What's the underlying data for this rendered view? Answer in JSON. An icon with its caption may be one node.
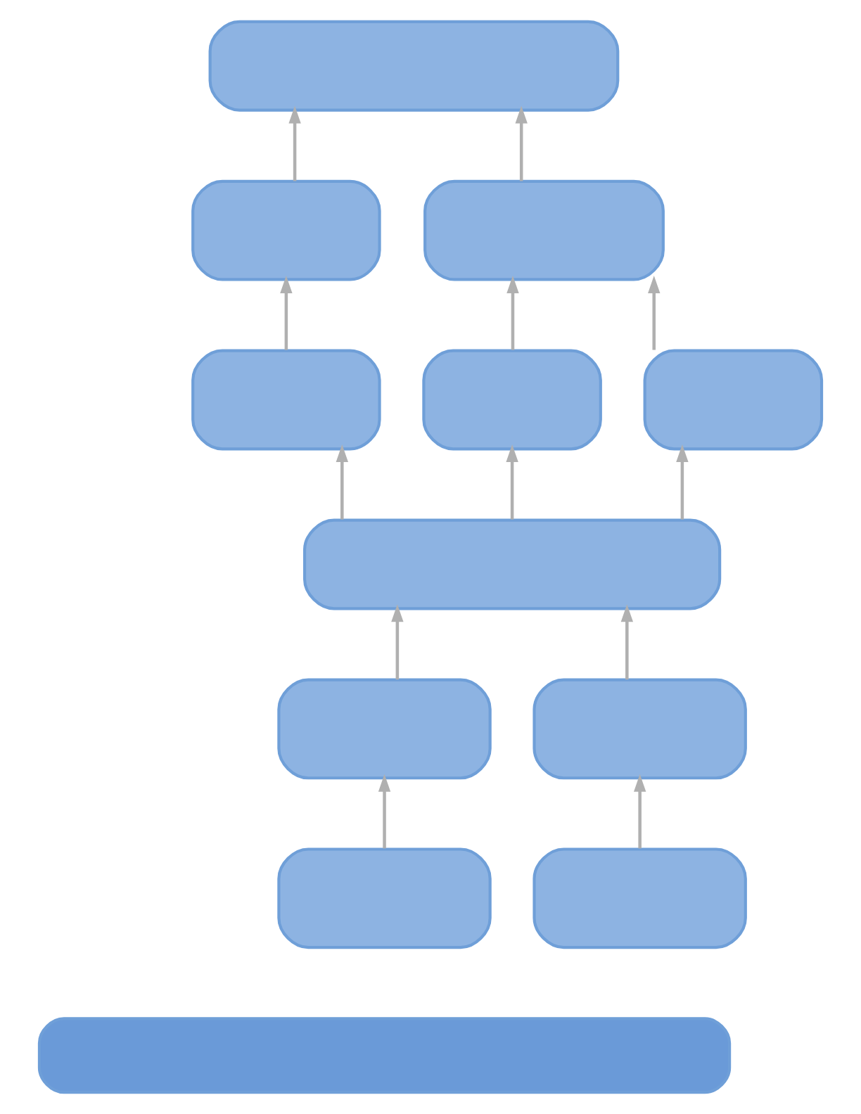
{
  "diagram": {
    "nodes": [
      {
        "text": [],
        "shape": "box"
      },
      {
        "text": [],
        "shape": "box"
      },
      {
        "text": [],
        "shape": "box"
      },
      {
        "text": [],
        "shape": "box"
      },
      {
        "text": [],
        "shape": "box"
      },
      {
        "text": [],
        "shape": "box"
      },
      {
        "text": [],
        "shape": "box"
      },
      {
        "text": [],
        "shape": "box"
      },
      {
        "text": [],
        "shape": "box"
      },
      {
        "text": [],
        "shape": "box"
      },
      {
        "text": [],
        "shape": "box"
      },
      {
        "text": [],
        "shape": "box"
      }
    ],
    "edges": [
      {
        "from": 1,
        "to": 0,
        "arrow": "to"
      },
      {
        "from": 2,
        "to": 0,
        "arrow": "to"
      },
      {
        "from": 3,
        "to": 1,
        "arrow": "to"
      },
      {
        "from": 4,
        "to": 2,
        "arrow": "to"
      },
      {
        "from": 5,
        "to": 2,
        "arrow": "to"
      },
      {
        "from": 6,
        "to": 3,
        "arrow": "to"
      },
      {
        "from": 6,
        "to": 4,
        "arrow": "to"
      },
      {
        "from": 6,
        "to": 5,
        "arrow": "to"
      },
      {
        "from": 7,
        "to": 6,
        "arrow": "to"
      },
      {
        "from": 8,
        "to": 6,
        "arrow": "to"
      },
      {
        "from": 9,
        "to": 7,
        "arrow": "to"
      },
      {
        "from": 10,
        "to": 8,
        "arrow": "to"
      }
    ]
  }
}
